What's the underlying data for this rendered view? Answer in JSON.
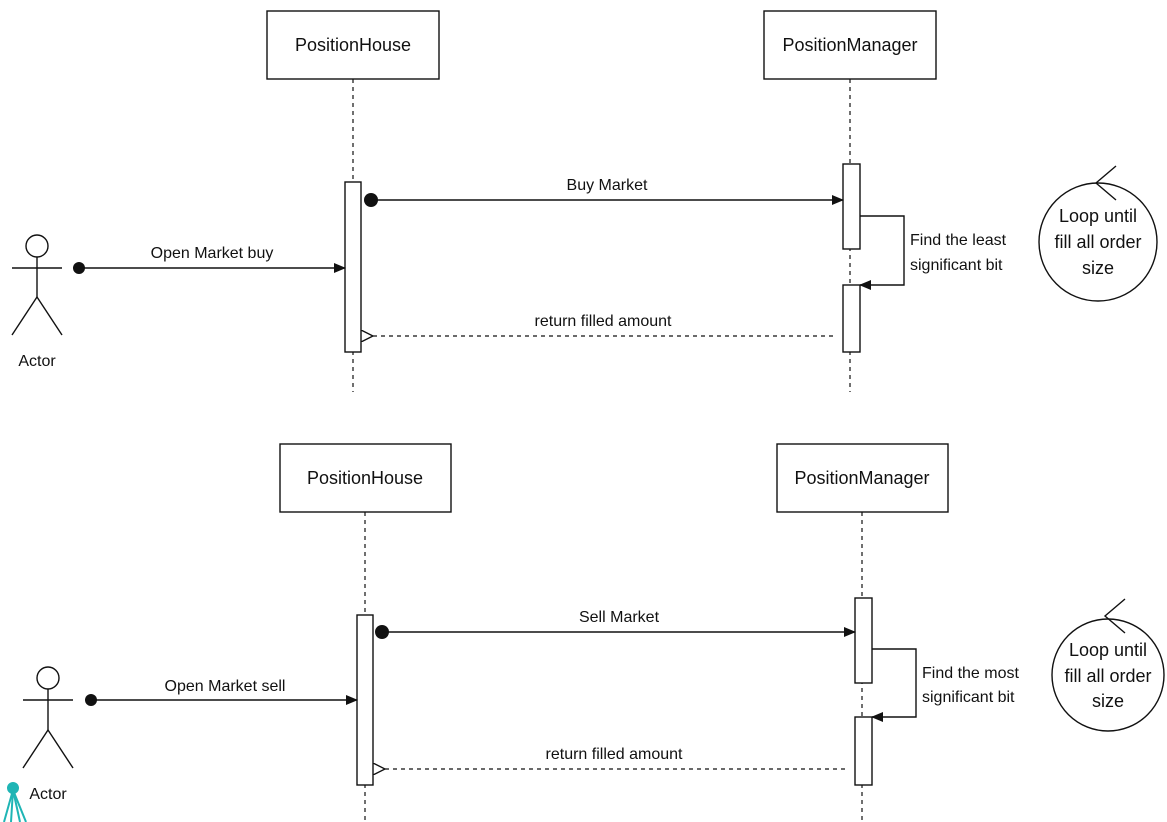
{
  "colors": {
    "stroke": "#111111",
    "background": "#ffffff",
    "accent_mark": "#1fb5b5"
  },
  "buy_diagram": {
    "participant_left": "PositionHouse",
    "participant_right": "PositionManager",
    "actor_label": "Actor",
    "msg_open": "Open Market buy",
    "msg_market": "Buy Market",
    "msg_self_line1": "Find the least",
    "msg_self_line2": "significant bit",
    "msg_return": "return filled amount",
    "loop_line1": "Loop until",
    "loop_line2": "fill all order",
    "loop_line3": "size"
  },
  "sell_diagram": {
    "participant_left": "PositionHouse",
    "participant_right": "PositionManager",
    "actor_label": "Actor",
    "msg_open": "Open Market sell",
    "msg_market": "Sell Market",
    "msg_self_line1": "Find the most",
    "msg_self_line2": "significant bit",
    "msg_return": "return filled amount",
    "loop_line1": "Loop until",
    "loop_line2": "fill all order",
    "loop_line3": "size"
  }
}
